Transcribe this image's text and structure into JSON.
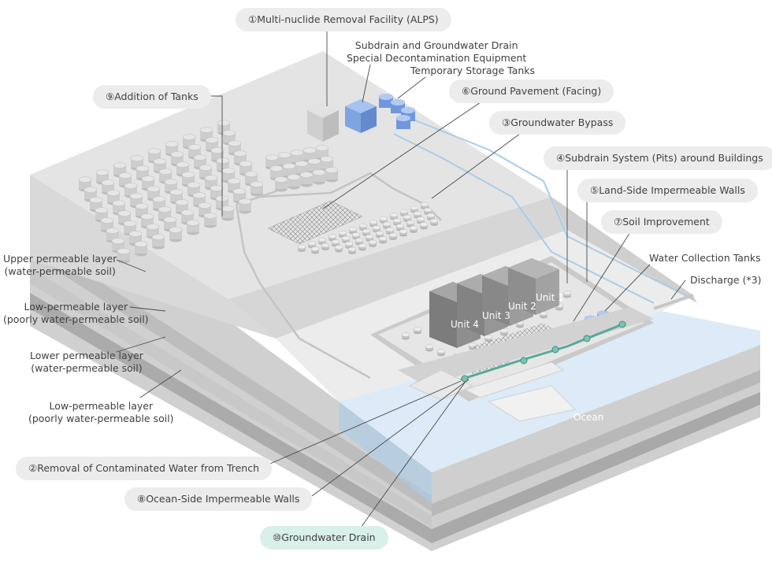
{
  "callouts": {
    "alps": "①Multi-nuclide Removal Facility (ALPS)",
    "trench": "②Removal of Contaminated Water from Trench",
    "bypass": "③Groundwater Bypass",
    "subdrain": "④Subdrain System (Pits) around Buildings",
    "landside": "⑤Land-Side Impermeable Walls",
    "pavement": "⑥Ground Pavement (Facing)",
    "soil": "⑦Soil Improvement",
    "oceanside": "⑧Ocean-Side Impermeable Walls",
    "tanks": "⑨Addition of Tanks",
    "drain": "⑩Groundwater Drain"
  },
  "labels": {
    "subdrain_equipment_line1": "Subdrain and Groundwater Drain",
    "subdrain_equipment_line2": "Special Decontamination Equipment",
    "temporary_tanks": "Temporary Storage Tanks",
    "water_collection": "Water Collection Tanks",
    "discharge": "Discharge (*3)",
    "ocean": "Ocean"
  },
  "units": [
    "Unit 1",
    "Unit 2",
    "Unit 3",
    "Unit 4"
  ],
  "layers": [
    {
      "line1": "Upper permeable layer",
      "line2": "(water-permeable soil)"
    },
    {
      "line1": "Low-permeable layer",
      "line2": "(poorly water-permeable soil)"
    },
    {
      "line1": "Lower permeable layer",
      "line2": "(water-permeable soil)"
    },
    {
      "line1": "Low-permeable layer",
      "line2": "(poorly water-permeable soil)"
    }
  ],
  "colors": {
    "ground_top": "#e9e9e9",
    "ground_side": "#cfcfcf",
    "layer_dark": "#a9a9a9",
    "water": "#a9cdea",
    "facility_blue": "#6f97dc",
    "drain_green": "#58a99a",
    "callout_bg": "#ececec",
    "callout_green_bg": "#d9efe9"
  }
}
